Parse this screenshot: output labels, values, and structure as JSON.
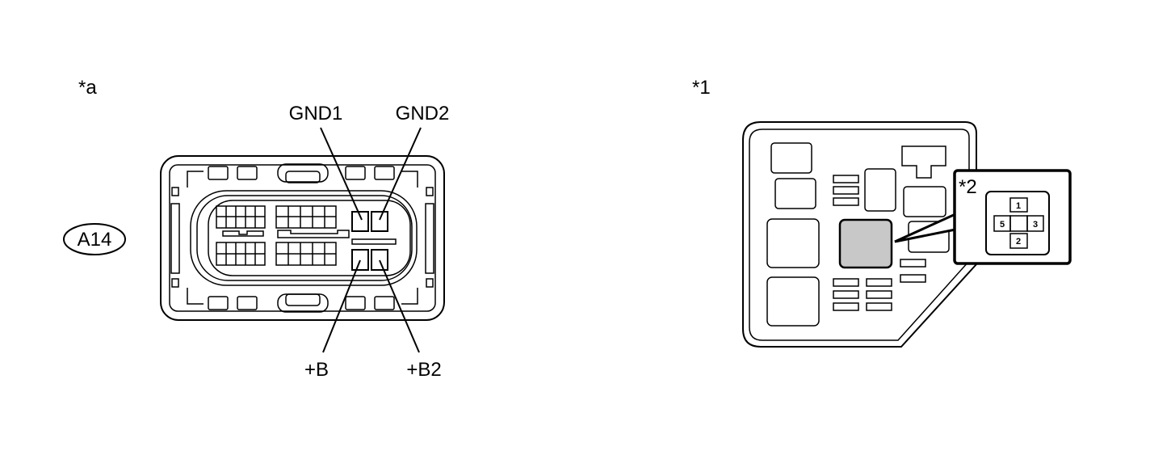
{
  "left_figure": {
    "marker": "*a",
    "connector_code": "A14",
    "terminals": {
      "gnd1": "GND1",
      "gnd2": "GND2",
      "plus_b": "+B",
      "plus_b2": "+B2"
    }
  },
  "right_figure": {
    "marker": "*1",
    "inset_marker": "*2",
    "pins": {
      "top": "1",
      "left": "5",
      "right": "3",
      "bottom": "2"
    }
  },
  "colors": {
    "line": "#000000",
    "background": "#ffffff",
    "highlight": "#c8c8c8"
  }
}
